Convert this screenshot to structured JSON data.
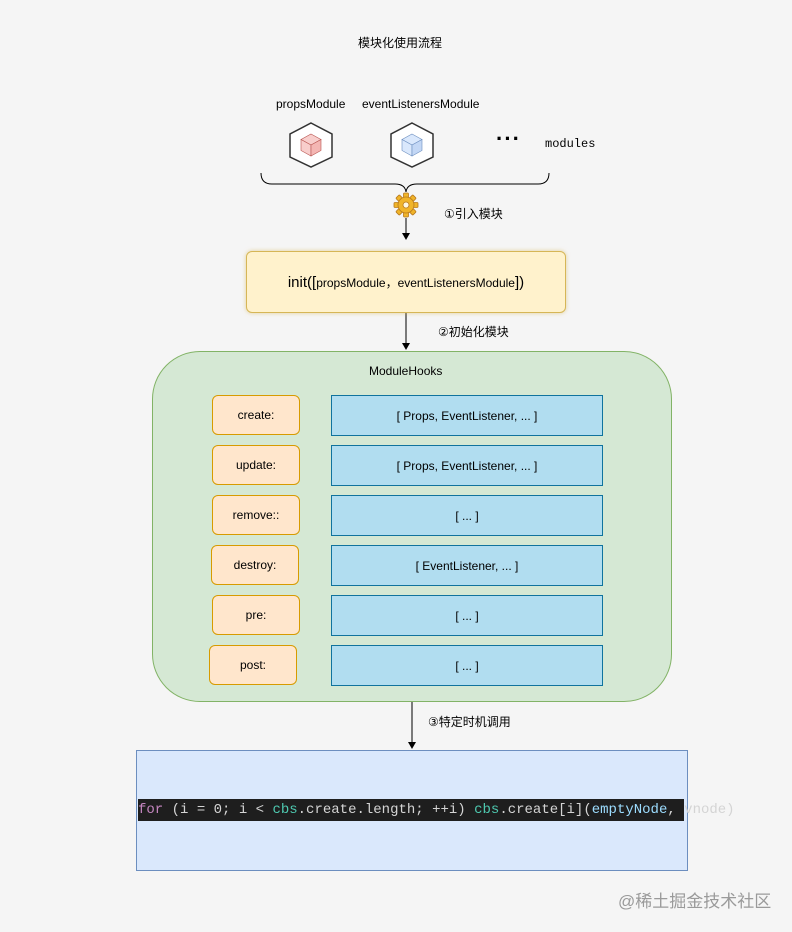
{
  "title": "模块化使用流程",
  "modules": {
    "props_label": "propsModule",
    "event_label": "eventListenersModule",
    "ellipsis": "···",
    "modules_label": "modules"
  },
  "steps": {
    "step1": "①引入模块",
    "step2": "②初始化模块",
    "step3": "③特定时机调用"
  },
  "init": {
    "prefix": "init([",
    "args": "propsModule，eventListenersModule",
    "suffix": "])"
  },
  "hooks": {
    "title": "ModuleHooks",
    "rows": [
      {
        "key": "create:",
        "value": "[ Props, EventListener, ... ]"
      },
      {
        "key": "update:",
        "value": "[ Props, EventListener, ... ]"
      },
      {
        "key": "remove::",
        "value": "[  ...  ]"
      },
      {
        "key": "destroy:",
        "value": "[  EventListener, ... ]"
      },
      {
        "key": "pre:",
        "value": "[  ...  ]"
      },
      {
        "key": "post:",
        "value": "[  ...  ]"
      }
    ]
  },
  "code": {
    "t1": "for",
    "t2": " (i = 0; i < ",
    "t3": "cbs",
    "t4": ".create.length; ++i) ",
    "t5": "cbs",
    "t6": ".create[i](",
    "t7": "emptyNode",
    "t8": ", vnode)"
  },
  "watermark": "@稀土掘金技术社区",
  "colors": {
    "background": "#f5f5f5",
    "init_fill": "#fff2cc",
    "hooks_fill": "#d5e8d4",
    "key_fill": "#ffe6cc",
    "value_fill": "#b1ddf0",
    "code_fill": "#dae8fc",
    "props_cube": "#f8cecc",
    "event_cube": "#dae8fc"
  },
  "icons": {
    "props_icon": "cube-icon",
    "event_icon": "cube-icon",
    "import_icon": "gear-icon"
  }
}
